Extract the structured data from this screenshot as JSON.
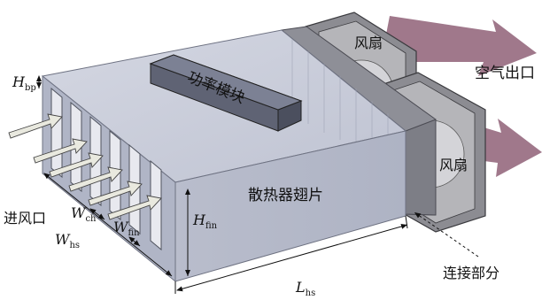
{
  "labels": {
    "power_module": "功率模块",
    "heatsink_fins": "散热器翅片",
    "fan_top": "风扇",
    "fan_bottom": "风扇",
    "air_outlet": "空气出口",
    "air_inlet": "进风口",
    "connection": "连接部分"
  },
  "dimensions": {
    "h_bp": {
      "main": "H",
      "sub": "bp"
    },
    "w_ch": {
      "main": "W",
      "sub": "ch"
    },
    "w_hs": {
      "main": "W",
      "sub": "hs"
    },
    "w_fin": {
      "main": "W",
      "sub": "fin"
    },
    "h_fin": {
      "main": "H",
      "sub": "fin"
    },
    "l_hs": {
      "main": "L",
      "sub": "hs"
    }
  },
  "colors": {
    "box_top": "#c9cdd9",
    "box_front": "#b4b9c9",
    "box_side": "#a9aec1",
    "module": "#6f7486",
    "fan": "#8f8f95",
    "outlet_arrow": "#9a6e82",
    "inlet_arrow": "#e6e6dc"
  }
}
